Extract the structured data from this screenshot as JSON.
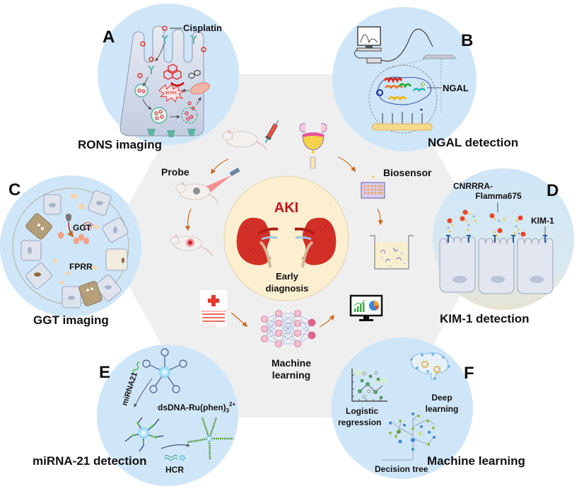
{
  "figure": {
    "center": {
      "title": "AKI",
      "subtitle_line1": "Early",
      "subtitle_line2": "diagnosis",
      "title_color": "#c0161c",
      "circle_fill": "#fcefcf"
    },
    "flows": {
      "probe_label": "Probe",
      "biosensor_label": "Biosensor",
      "ml_label_line1": "Machine",
      "ml_label_line2": "learning"
    },
    "panels": [
      {
        "letter": "A",
        "title": "RONS imaging",
        "annotations": [
          "Cisplatin",
          "RONS"
        ]
      },
      {
        "letter": "B",
        "title": "NGAL detection",
        "annotations": [
          "NGAL"
        ]
      },
      {
        "letter": "C",
        "title": "GGT imaging",
        "annotations": [
          "GGT",
          "FPRR"
        ]
      },
      {
        "letter": "D",
        "title": "KIM-1 detection",
        "annotations": [
          "CNRRRA-",
          "Flamma675",
          "KIM-1"
        ]
      },
      {
        "letter": "E",
        "title": "miRNA-21 detection",
        "annotations": [
          "miRNA21",
          "dsDNA-Ru(phen)",
          "3",
          "2+",
          "HCR"
        ]
      },
      {
        "letter": "F",
        "title": "Machine learning",
        "annotations": [
          "Logistic",
          "regression",
          "Deep",
          "learning",
          "Decision tree"
        ]
      }
    ],
    "colors": {
      "panel_fill": "#cfe6f8",
      "hexagon_fill": "#efefef",
      "arrow": "#c8681e",
      "kidney": "#d22f27",
      "text": "#111111"
    }
  }
}
